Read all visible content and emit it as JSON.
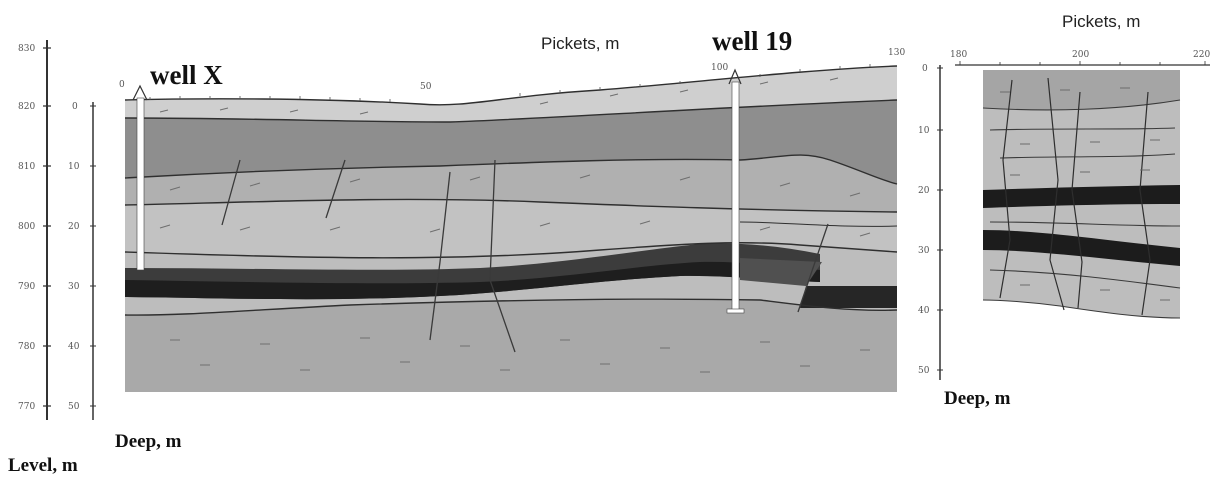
{
  "main_section": {
    "well_x_label": "well X",
    "well_19_label": "well 19",
    "pickets_label": "Pickets, m",
    "picket_ticks": [
      "0",
      "50",
      "100",
      "130"
    ],
    "level_label": "Level, m",
    "level_ticks": [
      "830",
      "820",
      "810",
      "800",
      "790",
      "780",
      "770"
    ],
    "deep_label": "Deep, m",
    "deep_ticks": [
      "0",
      "10",
      "20",
      "30",
      "40",
      "50"
    ]
  },
  "right_section": {
    "pickets_label": "Pickets, m",
    "picket_ticks": [
      "180",
      "200",
      "220"
    ],
    "deep_label": "Deep, m",
    "deep_ticks": [
      "0",
      "10",
      "20",
      "30",
      "40",
      "50"
    ]
  },
  "colors": {
    "background": "#ffffff",
    "top_layer": "#c8c8c8",
    "dark_layer": "#8c8c8c",
    "mid_layer": "#b4b4b4",
    "coal_seam": "#2a2a2a",
    "base_layer": "#a6a6a6",
    "well": "#ffffff"
  }
}
